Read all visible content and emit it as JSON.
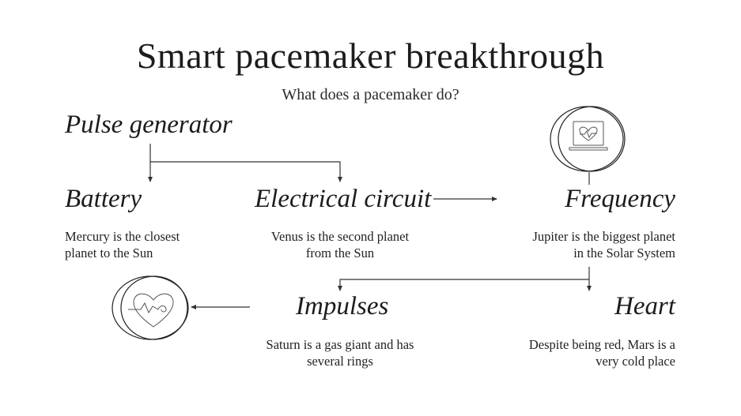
{
  "title": "Smart pacemaker breakthrough",
  "subtitle": "What does a pacemaker do?",
  "nodes": {
    "pulse_generator": {
      "heading": "Pulse generator"
    },
    "battery": {
      "heading": "Battery",
      "description_line1": "Mercury is the closest",
      "description_line2": "planet to the Sun"
    },
    "electrical_circuit": {
      "heading": "Electrical circuit",
      "description_line1": "Venus is the second planet",
      "description_line2": "from the Sun"
    },
    "frequency": {
      "heading": "Frequency",
      "description_line1": "Jupiter is the biggest planet",
      "description_line2": "in the Solar System"
    },
    "impulses": {
      "heading": "Impulses",
      "description_line1": "Saturn is a gas giant and has",
      "description_line2": "several rings"
    },
    "heart": {
      "heading": "Heart",
      "description_line1": "Despite being red, Mars is a",
      "description_line2": "very cold place"
    }
  },
  "icons": {
    "top_right": "laptop-heartbeat-icon",
    "bottom_left": "heart-pulse-icon"
  },
  "colors": {
    "background": "#ffffff",
    "text": "#1c1c1c",
    "lines": "#333333"
  }
}
